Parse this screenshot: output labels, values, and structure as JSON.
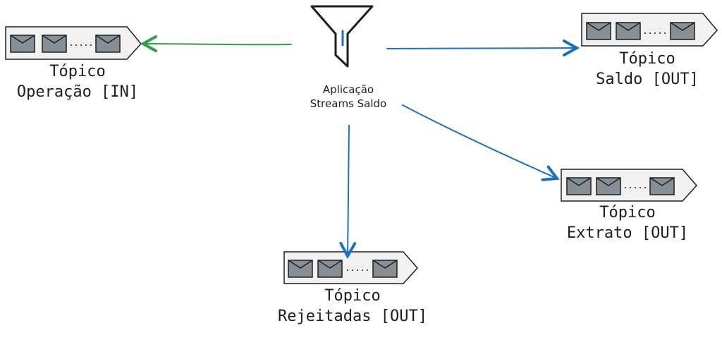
{
  "app": {
    "line1": "Aplicação",
    "line2": "Streams Saldo",
    "icon": "filter-icon"
  },
  "topics": {
    "in": {
      "line1": "Tópico",
      "line2": "Operação [IN]"
    },
    "saldo": {
      "line1": "Tópico",
      "line2": "Saldo [OUT]"
    },
    "extrato": {
      "line1": "Tópico",
      "line2": "Extrato [OUT]"
    },
    "rejeitadas": {
      "line1": "Tópico",
      "line2": "Rejeitadas [OUT]"
    }
  },
  "colors": {
    "stroke": "#1e1e1e",
    "topic_fill": "#f1f1f1",
    "envelope_fill": "#868e96",
    "arrow_in": "#2f9e44",
    "arrow_out": "#1971c2",
    "filter_accent": "#1971c2"
  }
}
